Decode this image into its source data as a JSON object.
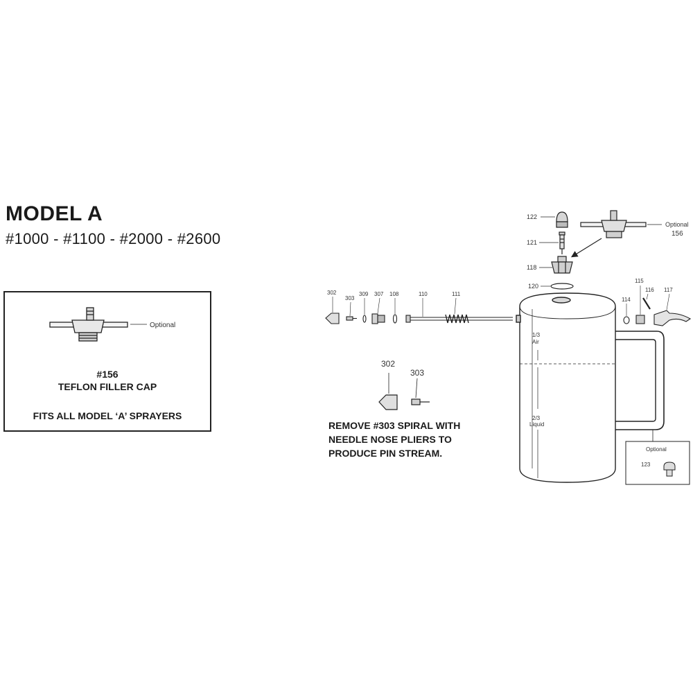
{
  "header": {
    "model": "MODEL A",
    "model_numbers": "#1000 - #1100 - #2000 - #2600"
  },
  "filler_cap_box": {
    "optional_label": "Optional",
    "part_number": "#156",
    "part_name": "TEFLON FILLER CAP",
    "fits_note": "FITS ALL MODEL ‘A’ SPRAYERS"
  },
  "nozzle_detail": {
    "labels": [
      "302",
      "303"
    ],
    "instruction_lines": [
      "REMOVE #303 SPIRAL WITH",
      "NEEDLE NOSE PLIERS TO",
      "PRODUCE PIN STREAM."
    ]
  },
  "exploded_view": {
    "top_parts": {
      "p122": "122",
      "p121": "121",
      "p118": "118",
      "p120": "120",
      "optional": "Optional",
      "p156": "156"
    },
    "nozzle_assembly": {
      "p302": "302",
      "p303": "303",
      "p309": "309",
      "p307": "307",
      "p108": "108",
      "p110": "110",
      "p111": "111"
    },
    "handle_parts": {
      "p115": "115",
      "p116": "116",
      "p117": "117",
      "p114": "114"
    },
    "tank": {
      "air_fraction": "1/3",
      "air_label": "Air",
      "liquid_fraction": "2/3",
      "liquid_label": "Liquid"
    },
    "optional_box": {
      "optional": "Optional",
      "p123": "123"
    }
  }
}
